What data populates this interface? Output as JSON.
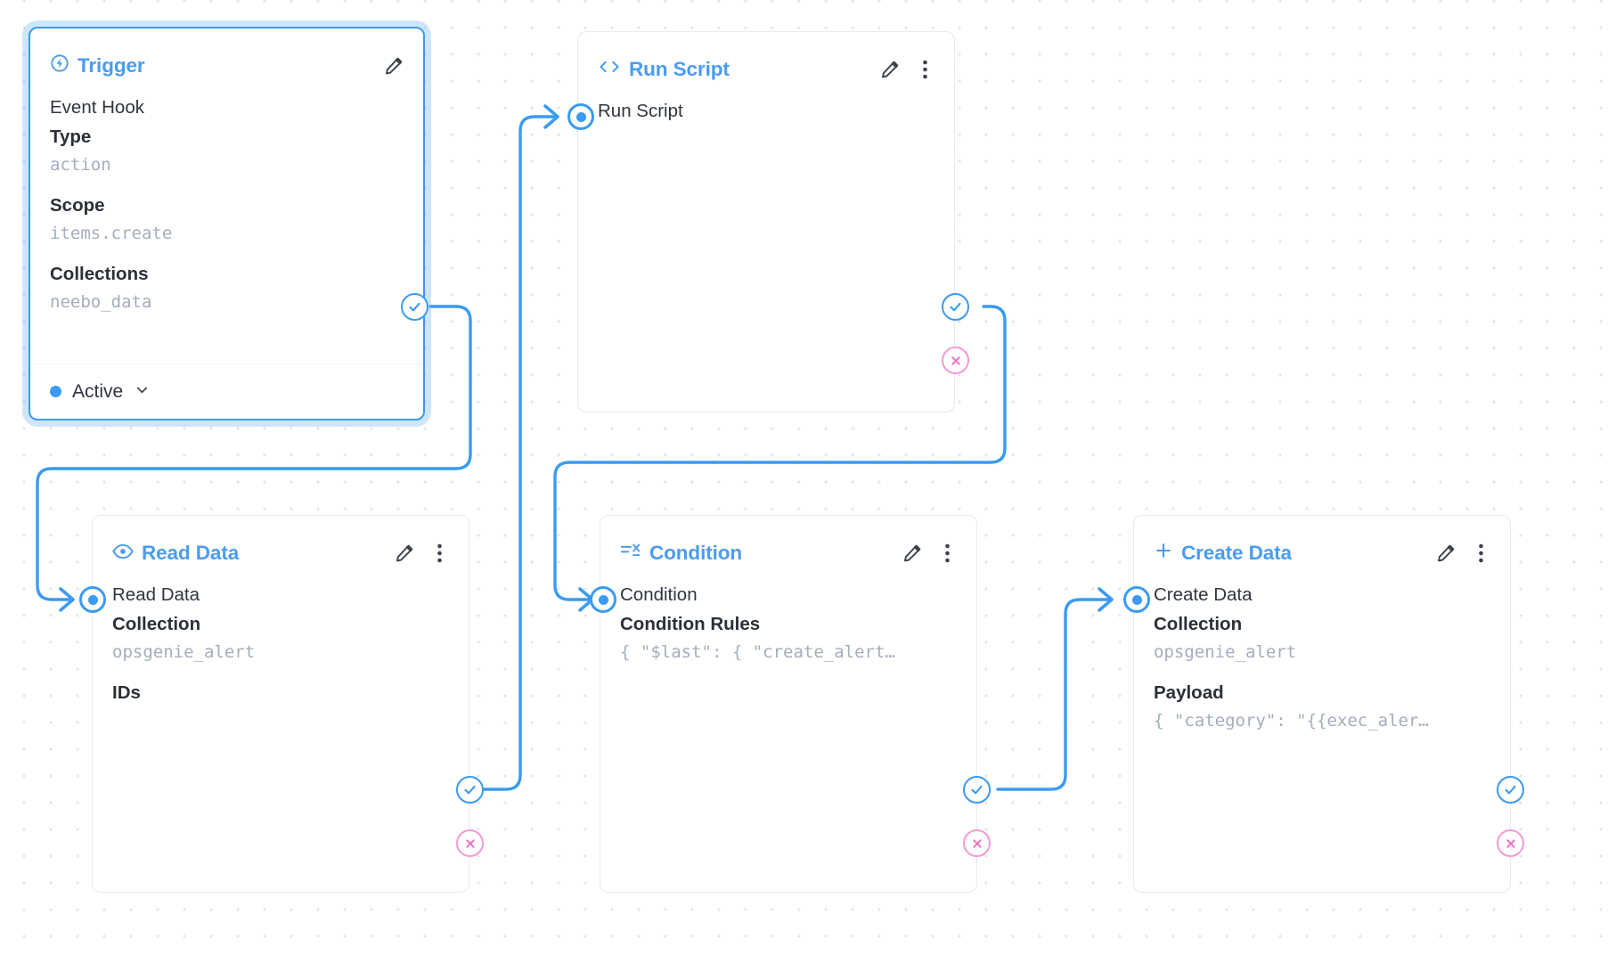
{
  "canvas": {
    "accent_blue": "#3b9bf0",
    "reject_pink": "#f49ad4",
    "grid_dot_color": "#e3e5e8",
    "background": "#ffffff"
  },
  "nodes": {
    "trigger": {
      "title": "Trigger",
      "icon": "bolt-circle-icon",
      "selected": true,
      "rows": [
        {
          "kind": "plain",
          "text": "Event Hook"
        },
        {
          "kind": "label",
          "text": "Type"
        },
        {
          "kind": "value",
          "text": "action"
        },
        {
          "kind": "label",
          "text": "Scope"
        },
        {
          "kind": "value",
          "text": "items.create"
        },
        {
          "kind": "label",
          "text": "Collections"
        },
        {
          "kind": "value",
          "text": "neebo_data"
        }
      ],
      "status": "Active"
    },
    "run_script": {
      "title": "Run Script",
      "icon": "code-brackets-icon",
      "rows": [
        {
          "kind": "plain",
          "text": "Run Script"
        }
      ]
    },
    "read_data": {
      "title": "Read Data",
      "icon": "eye-icon",
      "rows": [
        {
          "kind": "plain",
          "text": "Read Data"
        },
        {
          "kind": "label",
          "text": "Collection"
        },
        {
          "kind": "value",
          "text": "opsgenie_alert"
        },
        {
          "kind": "label",
          "text": "IDs"
        }
      ]
    },
    "condition": {
      "title": "Condition",
      "icon": "condition-filter-icon",
      "rows": [
        {
          "kind": "plain",
          "text": "Condition"
        },
        {
          "kind": "label",
          "text": "Condition Rules"
        },
        {
          "kind": "value",
          "text": "{ \"$last\": { \"create_alert…"
        }
      ]
    },
    "create_data": {
      "title": "Create Data",
      "icon": "plus-icon",
      "rows": [
        {
          "kind": "plain",
          "text": "Create Data"
        },
        {
          "kind": "label",
          "text": "Collection"
        },
        {
          "kind": "value",
          "text": "opsgenie_alert"
        },
        {
          "kind": "label",
          "text": "Payload"
        },
        {
          "kind": "value",
          "text": "{ \"category\": \"{{exec_aler…"
        }
      ]
    }
  }
}
